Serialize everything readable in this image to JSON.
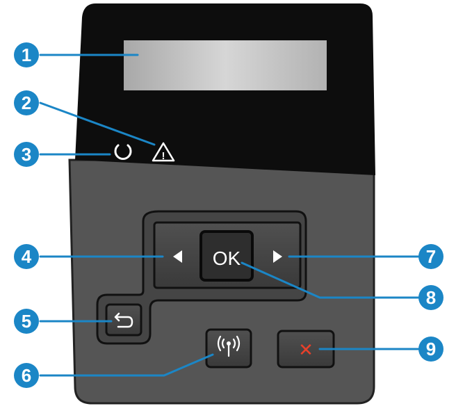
{
  "panel": {
    "ok_label": "OK",
    "warning_glyph": "!",
    "cancel_glyph": "✕",
    "colors": {
      "callout": "#1b86c6",
      "cancel": "#e8402a",
      "upper_body": "#0d0d0d",
      "lower_body": "#555555"
    }
  },
  "callouts": [
    "1",
    "2",
    "3",
    "4",
    "5",
    "6",
    "7",
    "8",
    "9"
  ]
}
